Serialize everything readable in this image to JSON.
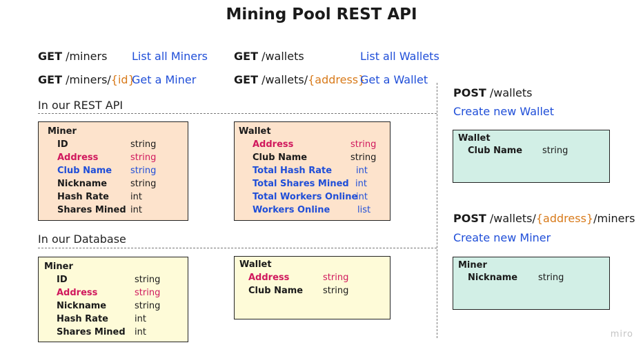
{
  "title": "Mining Pool REST API",
  "colors": {
    "link": "#1f4ed8",
    "pink": "#d0185d",
    "orange": "#d87a1a",
    "rest_box": "#fde3cc",
    "db_box": "#fefbd8",
    "post_box": "#d2efe6"
  },
  "endpoints": {
    "get_miners": {
      "method": "GET",
      "path": "/miners",
      "desc": "List all Miners"
    },
    "get_miner": {
      "method": "GET",
      "path_pre": "/miners/",
      "param": "{id}",
      "desc": "Get a Miner"
    },
    "get_wallets": {
      "method": "GET",
      "path": "/wallets",
      "desc": "List all Wallets"
    },
    "get_wallet": {
      "method": "GET",
      "path_pre": "/wallets/",
      "param": "{address}",
      "desc": "Get a Wallet"
    },
    "post_wallets": {
      "method": "POST",
      "path": "/wallets",
      "desc": "Create new Wallet"
    },
    "post_miners": {
      "method": "POST",
      "path_pre": "/wallets/",
      "param": "{address}",
      "path_post": "/miners",
      "desc": "Create new Miner"
    }
  },
  "sections": {
    "rest": "In our REST API",
    "db": "In our Database"
  },
  "rest_miner": {
    "title": "Miner",
    "fields": [
      {
        "name": "ID",
        "type": "string"
      },
      {
        "name": "Address",
        "type": "string"
      },
      {
        "name": "Club Name",
        "type": "string"
      },
      {
        "name": "Nickname",
        "type": "string"
      },
      {
        "name": "Hash Rate",
        "type": "int"
      },
      {
        "name": "Shares Mined",
        "type": "int"
      }
    ]
  },
  "rest_wallet": {
    "title": "Wallet",
    "fields": [
      {
        "name": "Address",
        "type": "string"
      },
      {
        "name": "Club Name",
        "type": "string"
      },
      {
        "name": "Total Hash Rate",
        "type": "int"
      },
      {
        "name": "Total Shares Mined",
        "type": "int"
      },
      {
        "name": "Total Workers Online",
        "type": "int"
      },
      {
        "name": "Workers Online",
        "type": "list"
      }
    ]
  },
  "db_miner": {
    "title": "Miner",
    "fields": [
      {
        "name": "ID",
        "type": "string"
      },
      {
        "name": "Address",
        "type": "string"
      },
      {
        "name": "Nickname",
        "type": "string"
      },
      {
        "name": "Hash Rate",
        "type": "int"
      },
      {
        "name": "Shares Mined",
        "type": "int"
      }
    ]
  },
  "db_wallet": {
    "title": "Wallet",
    "fields": [
      {
        "name": "Address",
        "type": "string"
      },
      {
        "name": "Club Name",
        "type": "string"
      }
    ]
  },
  "post_wallet_box": {
    "title": "Wallet",
    "fields": [
      {
        "name": "Club Name",
        "type": "string"
      }
    ]
  },
  "post_miner_box": {
    "title": "Miner",
    "fields": [
      {
        "name": "Nickname",
        "type": "string"
      }
    ]
  },
  "watermark": "miro"
}
